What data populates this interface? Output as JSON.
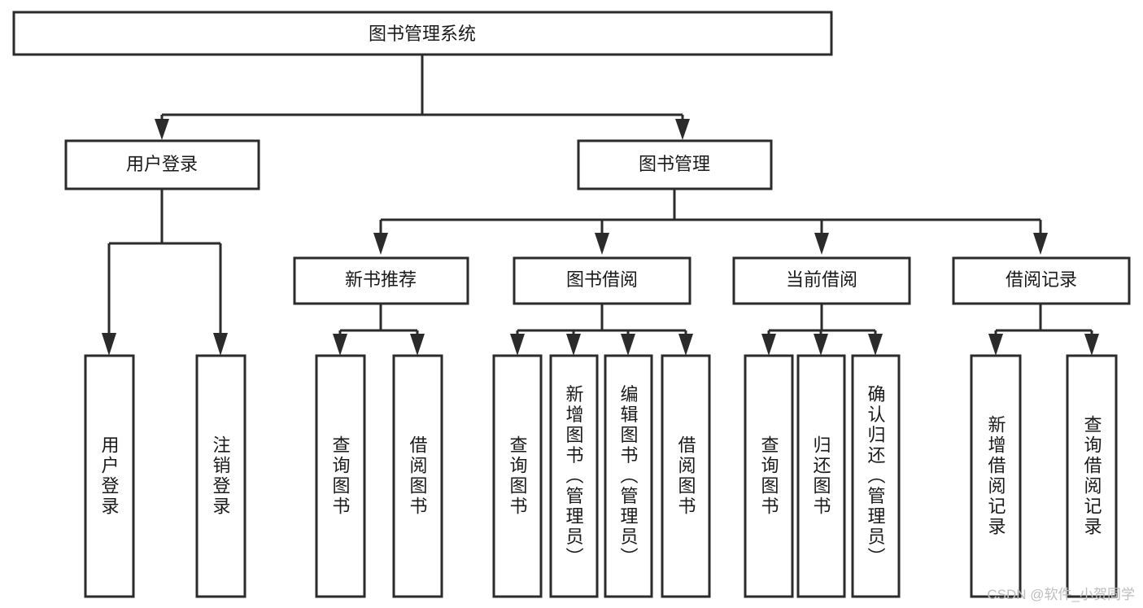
{
  "diagram": {
    "type": "tree-hierarchy-chart",
    "title": "图书管理系统",
    "colors": {
      "box_fill": "#ffffff",
      "box_stroke": "#2b2b2b",
      "text": "#1a1a1a",
      "watermark": "#bdbdbd",
      "background": "#ffffff"
    },
    "root": {
      "label": "图书管理系统"
    },
    "level2": [
      {
        "label": "用户登录"
      },
      {
        "label": "图书管理"
      }
    ],
    "level3": [
      {
        "label": "新书推荐"
      },
      {
        "label": "图书借阅"
      },
      {
        "label": "当前借阅"
      },
      {
        "label": "借阅记录"
      }
    ],
    "leaves": {
      "user_login": [
        {
          "label": "用户登录"
        },
        {
          "label": "注销登录"
        }
      ],
      "new_book_recommend": [
        {
          "label": "查询图书"
        },
        {
          "label": "借阅图书"
        }
      ],
      "book_borrow": [
        {
          "label": "查询图书"
        },
        {
          "label": "新增图书（管理员）"
        },
        {
          "label": "编辑图书（管理员）"
        },
        {
          "label": "借阅图书"
        }
      ],
      "current_borrow": [
        {
          "label": "查询图书"
        },
        {
          "label": "归还图书"
        },
        {
          "label": "确认归还（管理员）"
        }
      ],
      "borrow_record": [
        {
          "label": "新增借阅记录"
        },
        {
          "label": "查询借阅记录"
        }
      ]
    }
  },
  "watermark": {
    "text": "CSDN @软件_小贺同学"
  }
}
